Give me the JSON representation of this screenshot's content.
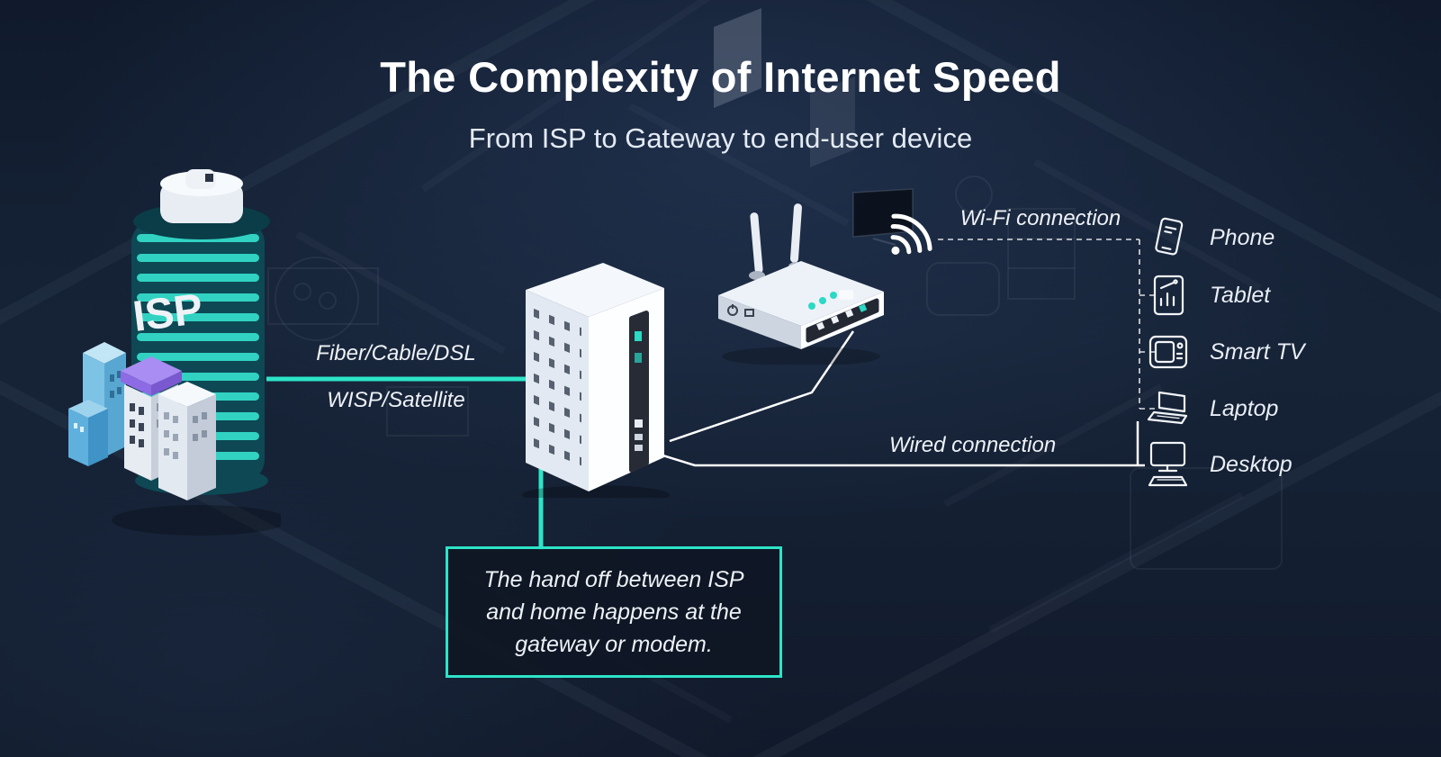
{
  "header": {
    "title": "The Complexity of Internet Speed",
    "subtitle": "From ISP to Gateway to end-user device"
  },
  "isp": {
    "building_label": "ISP"
  },
  "links": {
    "isp_to_gateway_top": "Fiber/Cable/DSL",
    "isp_to_gateway_bottom": "WISP/Satellite",
    "wifi": "Wi-Fi connection",
    "wired": "Wired connection"
  },
  "callout": {
    "text": "The hand off between ISP and home happens at the gateway or modem."
  },
  "devices": [
    {
      "id": "phone",
      "label": "Phone"
    },
    {
      "id": "tablet",
      "label": "Tablet"
    },
    {
      "id": "smart-tv",
      "label": "Smart TV"
    },
    {
      "id": "laptop",
      "label": "Laptop"
    },
    {
      "id": "desktop",
      "label": "Desktop"
    }
  ],
  "icon_names": [
    "isp-building",
    "gateway-modem",
    "wifi-router",
    "wifi-signal-icon",
    "phone-icon",
    "tablet-icon",
    "smart-tv-icon",
    "laptop-icon",
    "desktop-icon"
  ],
  "colors": {
    "accent_teal": "#2de4c7",
    "background": "#131c2c",
    "text": "#f2f6fa",
    "callout_background": "#101826"
  }
}
